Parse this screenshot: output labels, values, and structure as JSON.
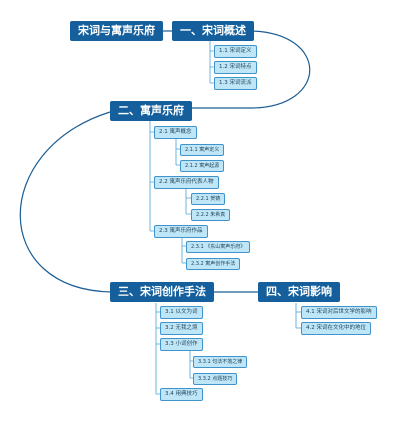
{
  "root": {
    "label": "宋词与寓声乐府"
  },
  "topic1": {
    "label": "一、宋词概述",
    "items": [
      "1.1 宋词定义",
      "1.2 宋词特点",
      "1.3 宋词流派"
    ]
  },
  "topic2": {
    "label": "二、寓声乐府",
    "items": [
      "2.1 寓声概念",
      "2.2 寓声乐府代表人物",
      "2.3 寓声乐府作品"
    ],
    "sub1": [
      "2.1.1 寓声定义",
      "2.1.2 寓声起源"
    ],
    "sub2": [
      "2.2.1 贺铸",
      "2.2.2 朱希真"
    ],
    "sub3": [
      "2.3.1 《东山寓声乐府》",
      "2.3.2 寓声创作手法"
    ]
  },
  "topic3": {
    "label": "三、宋词创作手法",
    "items": [
      "3.1 以文为词",
      "3.2 无我之境",
      "3.3 小词创作",
      "3.4 用典技巧"
    ],
    "sub3": [
      "3.3.1 句法不落之律",
      "3.3.2 点题技巧"
    ]
  },
  "topic4": {
    "label": "四、宋词影响",
    "items": [
      "4.1 宋词对后世文学的影响",
      "4.2 宋词在文化中的地位"
    ]
  },
  "colors": {
    "main_fill": "#15609c",
    "sub_fill": "#bfe6f6",
    "sub_border": "#3f94cc",
    "trunk_line": "#1b5d94",
    "branch_line": "#4aa2d8"
  }
}
